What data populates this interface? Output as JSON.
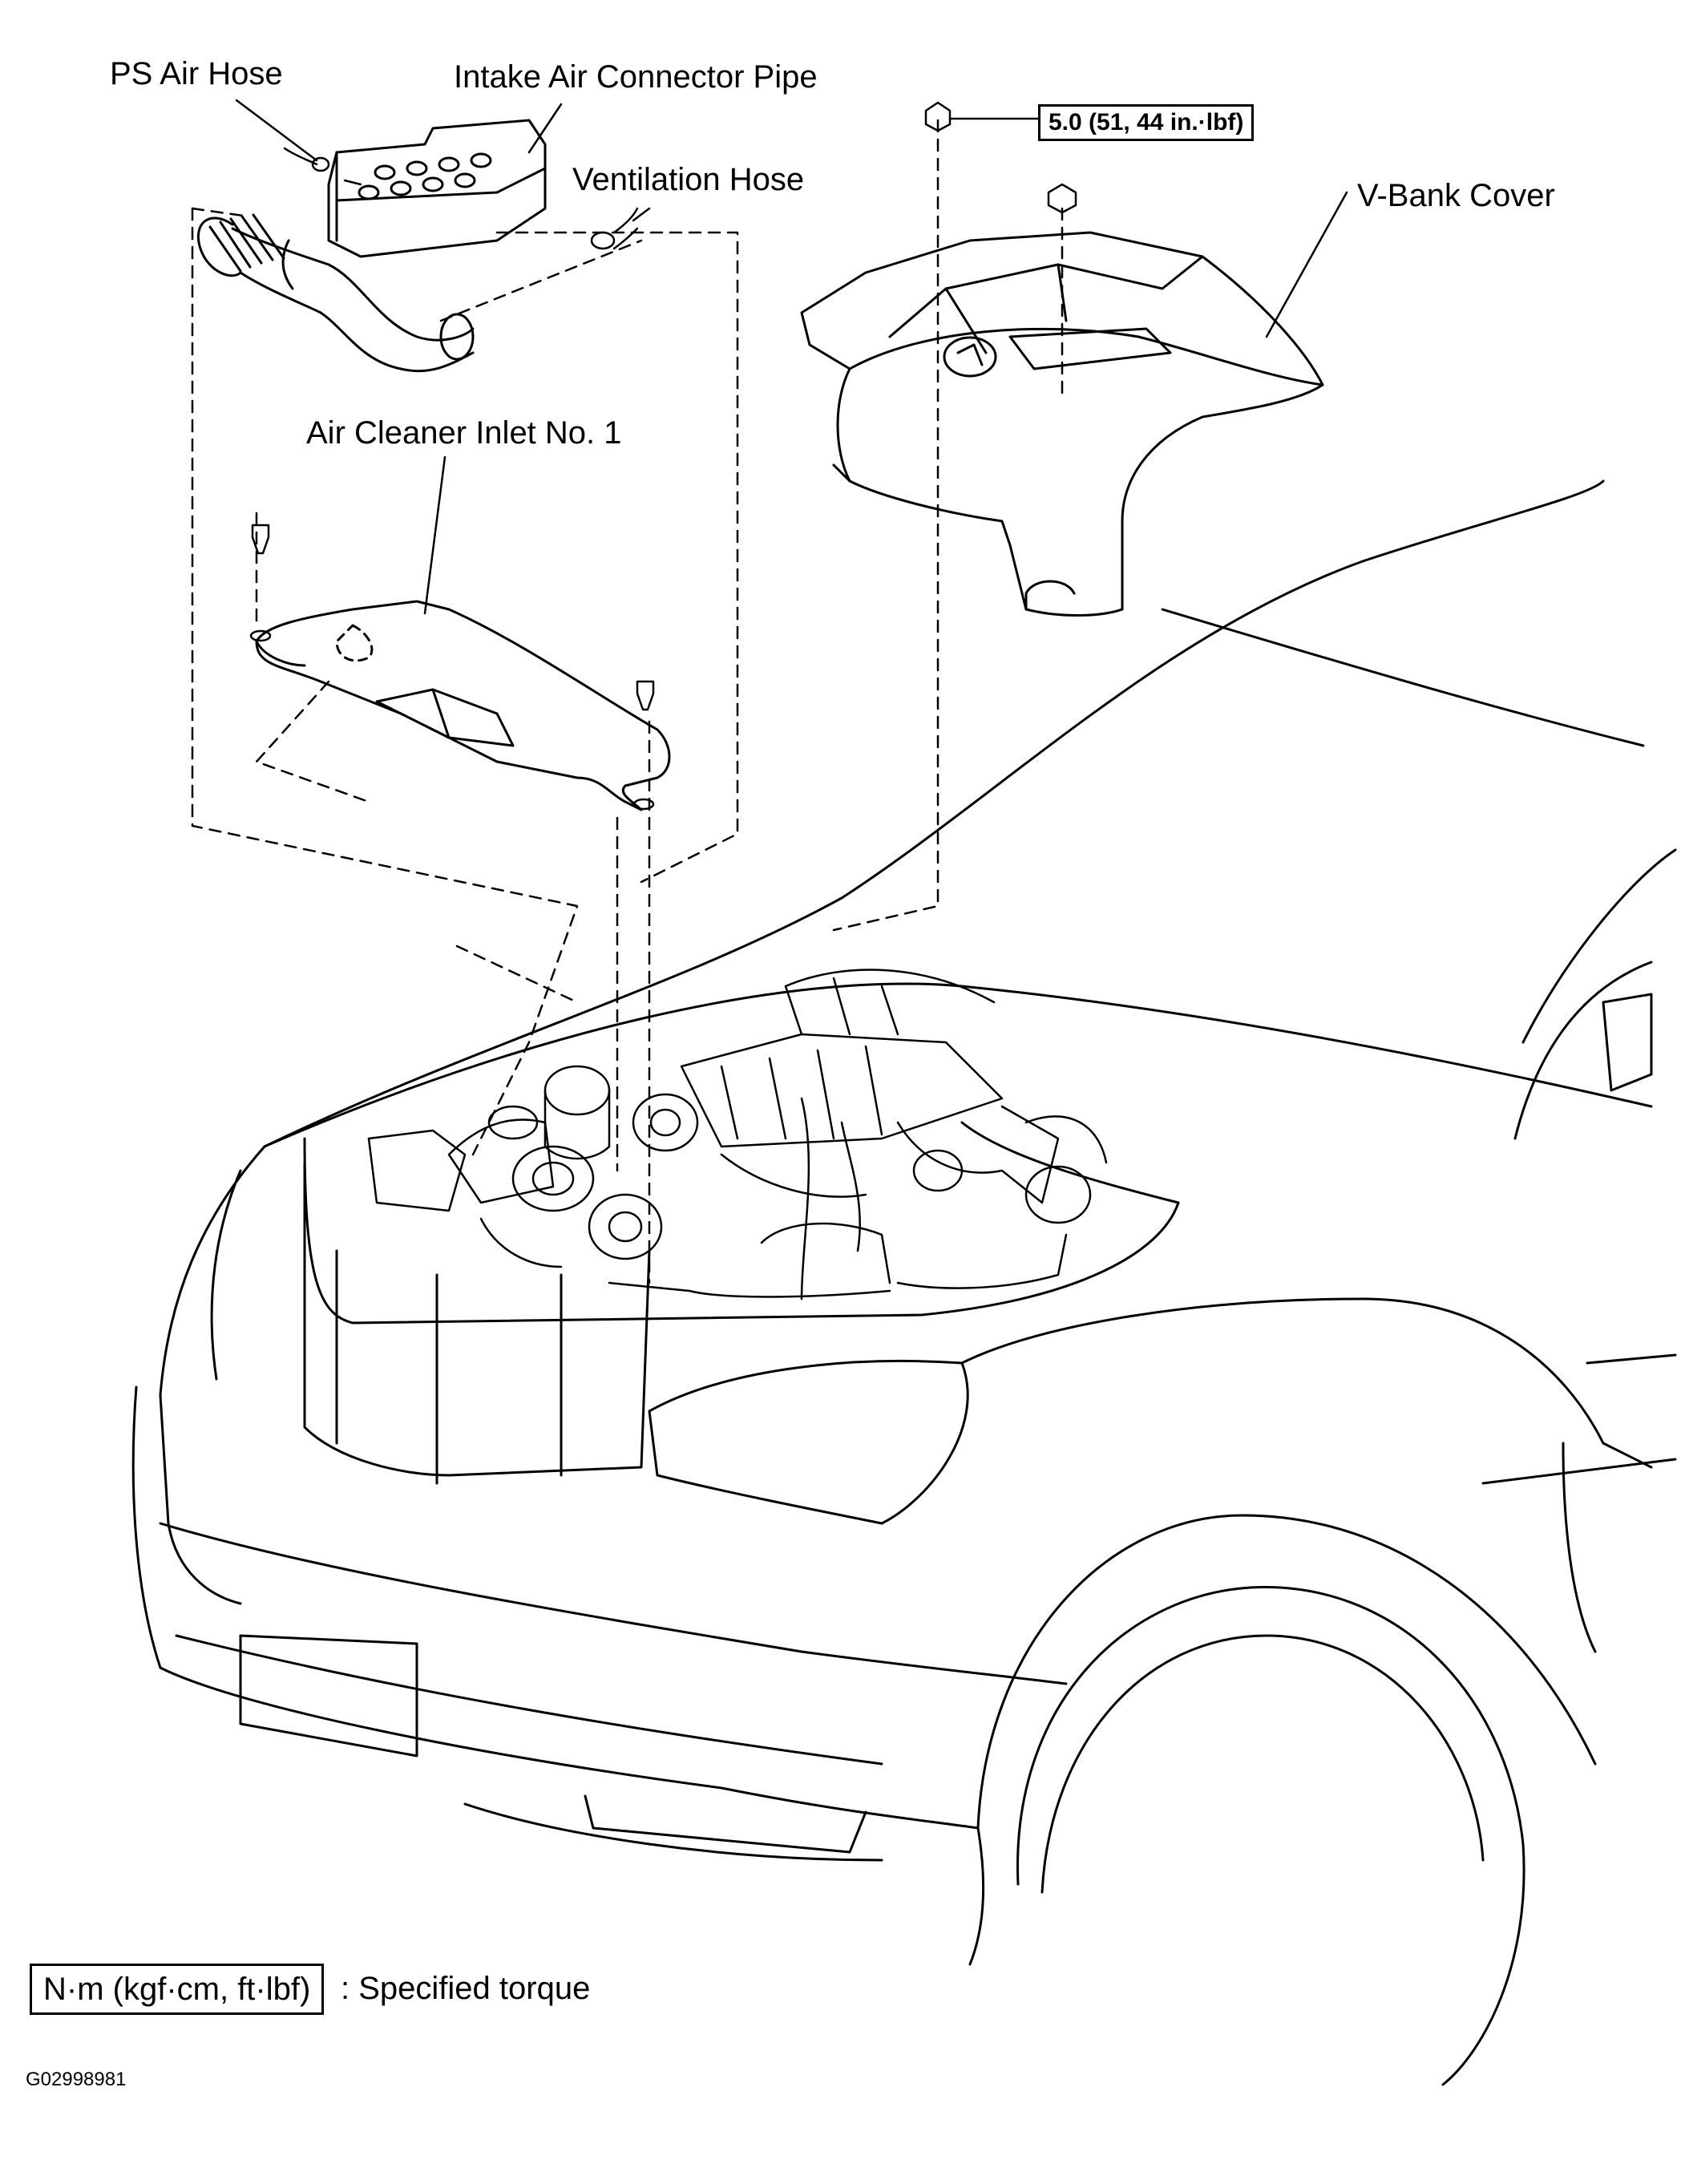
{
  "callouts": {
    "ps_air_hose": "PS Air Hose",
    "intake_air_connector_pipe": "Intake Air Connector Pipe",
    "ventilation_hose": "Ventilation Hose",
    "v_bank_cover": "V-Bank  Cover",
    "air_cleaner_inlet": "Air Cleaner Inlet No. 1"
  },
  "torque_spec": "5.0 (51, 44 in.·lbf)",
  "legend": {
    "unit_box": "N·m (kgf·cm, ft·lbf)",
    "description": ": Specified torque"
  },
  "figure_code": "G02998981",
  "colors": {
    "line": "#000000",
    "background": "#ffffff"
  }
}
